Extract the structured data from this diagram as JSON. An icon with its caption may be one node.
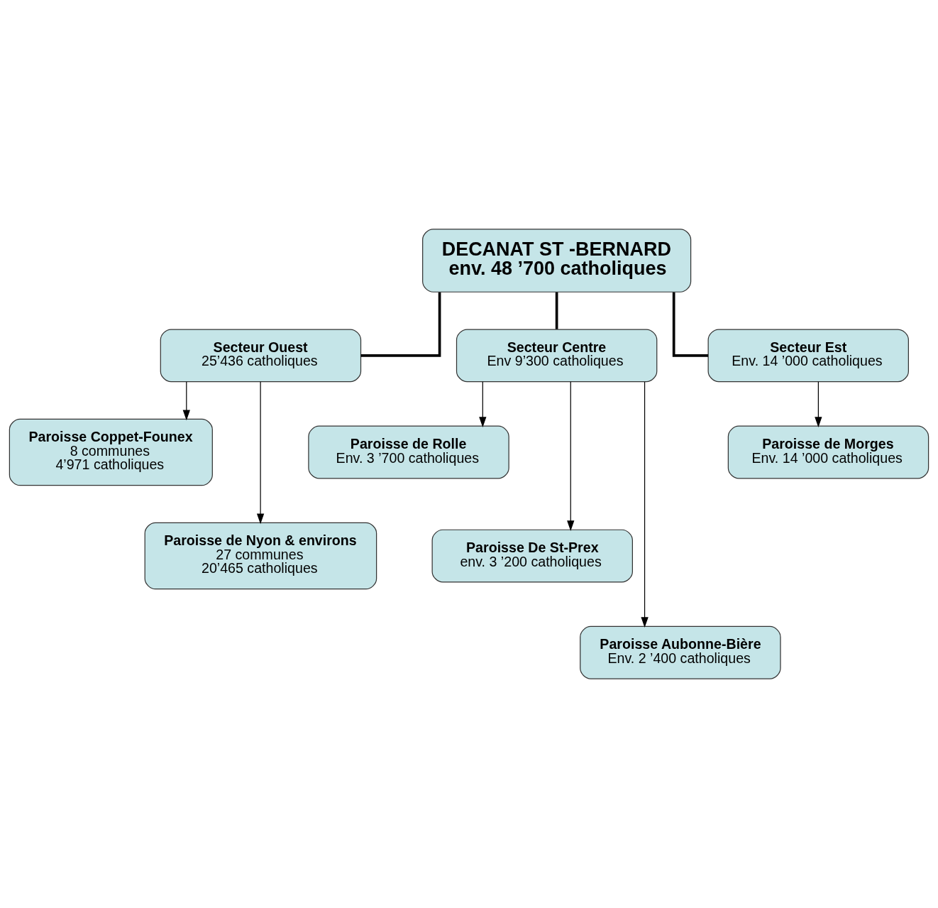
{
  "diagram": {
    "nodes": [
      {
        "text": [
          "DECANAT ST -BERNARD",
          "env. 48 ’700 catholiques"
        ]
      },
      {
        "text": [
          "Secteur Ouest",
          "25’436 catholiques"
        ]
      },
      {
        "text": [
          "Secteur Centre",
          "Env 9’300 catholiques"
        ]
      },
      {
        "text": [
          "Secteur Est",
          "Env. 14 ’000 catholiques"
        ]
      },
      {
        "text": [
          "Paroisse Coppet-Founex",
          "8 communes",
          "4’971 catholiques"
        ]
      },
      {
        "text": [
          "Paroisse de Rolle",
          "Env. 3 ’700 catholiques"
        ]
      },
      {
        "text": [
          "Paroisse de Morges",
          "Env. 14 ’000 catholiques"
        ]
      },
      {
        "text": [
          "Paroisse de Nyon & environs",
          "27 communes",
          "20’465 catholiques"
        ]
      },
      {
        "text": [
          "Paroisse De St-Prex",
          "env. 3 ’200 catholiques"
        ]
      },
      {
        "text": [
          "Paroisse Aubonne-Bière",
          "Env. 2 ’400 catholiques"
        ]
      }
    ],
    "edges": [
      {
        "from": 0,
        "to": 1,
        "arrow": "none",
        "style": "thick"
      },
      {
        "from": 0,
        "to": 2,
        "arrow": "none",
        "style": "thick"
      },
      {
        "from": 0,
        "to": 3,
        "arrow": "none",
        "style": "thick"
      },
      {
        "from": 1,
        "to": 4,
        "arrow": "to"
      },
      {
        "from": 1,
        "to": 7,
        "arrow": "to"
      },
      {
        "from": 2,
        "to": 5,
        "arrow": "to"
      },
      {
        "from": 2,
        "to": 8,
        "arrow": "to"
      },
      {
        "from": 2,
        "to": 9,
        "arrow": "to"
      },
      {
        "from": 3,
        "to": 6,
        "arrow": "to"
      }
    ]
  }
}
